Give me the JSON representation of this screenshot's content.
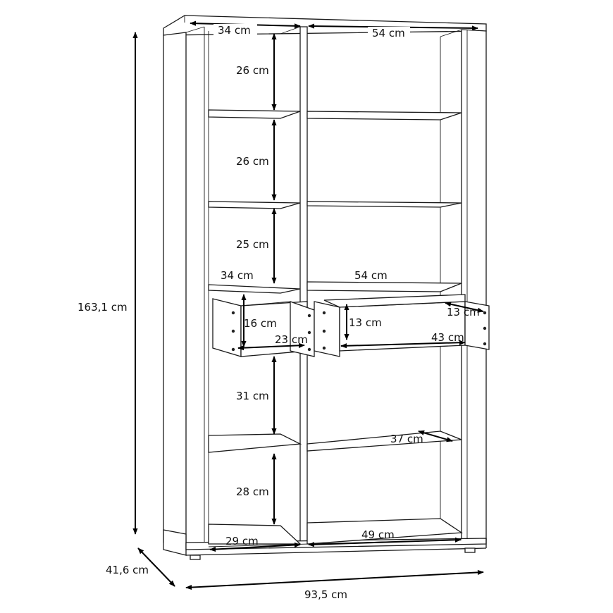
{
  "overall": {
    "height": "163,1 cm",
    "depth": "41,6 cm",
    "width": "93,5 cm"
  },
  "upper": {
    "left_width": "34 cm",
    "right_width": "54 cm",
    "gap_1": "26 cm",
    "gap_2": "26 cm",
    "gap_3": "25 cm"
  },
  "middle": {
    "left_width": "34 cm",
    "right_width": "54 cm"
  },
  "drawers": {
    "left_height": "16 cm",
    "left_width": "23 cm",
    "right_height": "13 cm",
    "right_width": "43 cm",
    "right_depth": "13 cm"
  },
  "lower": {
    "gap_1": "31 cm",
    "gap_2": "28 cm",
    "shelf_depth": "37 cm",
    "bottom_left_width": "29 cm",
    "bottom_right_width": "49 cm"
  }
}
